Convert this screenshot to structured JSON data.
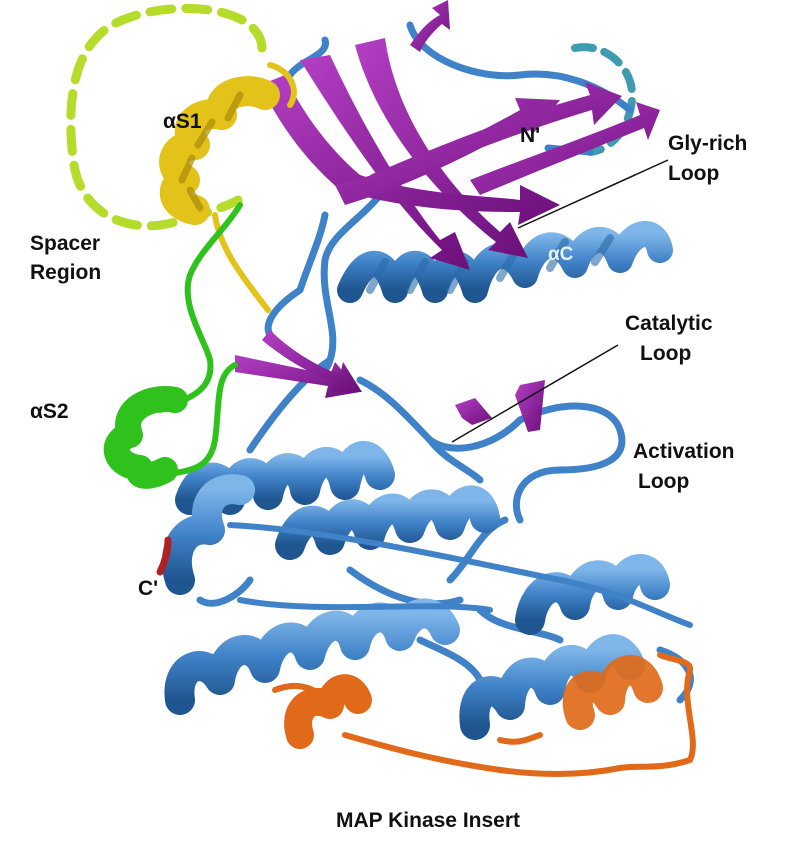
{
  "labels": {
    "as1": "αS1",
    "spacer_line1": "Spacer",
    "spacer_line2": "Region",
    "as2": "αS2",
    "n_term": "N'",
    "gly_line1": "Gly-rich",
    "gly_line2": "Loop",
    "ac": "αC",
    "cat_line1": "Catalytic",
    "cat_line2": "Loop",
    "act_line1": "Activation",
    "act_line2": "Loop",
    "c_term": "C'",
    "insert": "MAP Kinase Insert"
  },
  "colors": {
    "main_domain": "#3f82c7",
    "main_domain_dark": "#1f5c9a",
    "beta_sheet": "#8e1a9e",
    "alpha_s1": "#e3c21a",
    "alpha_s2": "#2fc21c",
    "spacer_dashed": "#b5dc2a",
    "n_term_dashed": "#3e9bb0",
    "mapk_insert": "#e06a1a",
    "c_terminus": "#b02222"
  }
}
